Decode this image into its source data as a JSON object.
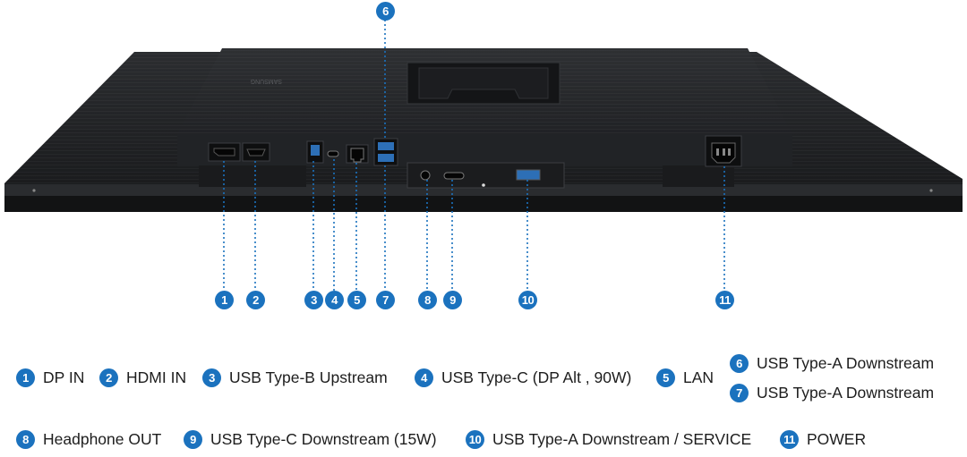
{
  "monitor": {
    "brand_text": "SAMSUNG"
  },
  "ports": [
    {
      "num": "1",
      "label": "DP IN"
    },
    {
      "num": "2",
      "label": "HDMI IN"
    },
    {
      "num": "3",
      "label": "USB Type-B Upstream"
    },
    {
      "num": "4",
      "label": "USB Type-C (DP Alt , 90W)"
    },
    {
      "num": "5",
      "label": "LAN"
    },
    {
      "num": "6",
      "label": "USB Type-A Downstream"
    },
    {
      "num": "7",
      "label": "USB Type-A Downstream"
    },
    {
      "num": "8",
      "label": "Headphone OUT"
    },
    {
      "num": "9",
      "label": "USB Type-C Downstream (15W)"
    },
    {
      "num": "10",
      "label": "USB Type-A Downstream / SERVICE"
    },
    {
      "num": "11",
      "label": "POWER"
    }
  ],
  "colors": {
    "badge": "#1b72be",
    "leader": "#1b72be",
    "body": "#1e1f21",
    "panel": "#25272a",
    "label_text": "#1d1d1d"
  }
}
